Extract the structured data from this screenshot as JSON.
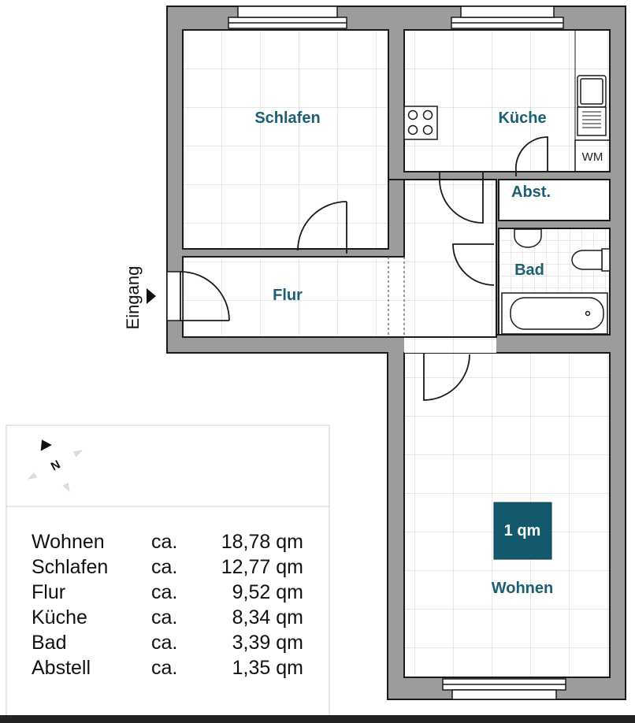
{
  "rooms": {
    "schlafen": "Schlafen",
    "kueche": "Küche",
    "abstell": "Abst.",
    "bad": "Bad",
    "flur": "Flur",
    "wohnen": "Wohnen"
  },
  "labels": {
    "washer": "WM",
    "entrance": "Eingang",
    "scale": "1 qm",
    "compass": "N"
  },
  "areas": [
    {
      "room": "Wohnen",
      "ca": "ca.",
      "value": "18,78 qm"
    },
    {
      "room": "Schlafen",
      "ca": "ca.",
      "value": "12,77 qm"
    },
    {
      "room": "Flur",
      "ca": "ca.",
      "value": "9,52 qm"
    },
    {
      "room": "Küche",
      "ca": "ca.",
      "value": "8,34 qm"
    },
    {
      "room": "Bad",
      "ca": "ca.",
      "value": "3,39 qm"
    },
    {
      "room": "Abstell",
      "ca": "ca.",
      "value": "1,35 qm"
    }
  ],
  "colors": {
    "wall": "#9c9c9c",
    "outline": "#1a1a1a",
    "grid": "#d8d8d8",
    "accent": "#1a5f73",
    "scale_fill": "#13596e"
  }
}
